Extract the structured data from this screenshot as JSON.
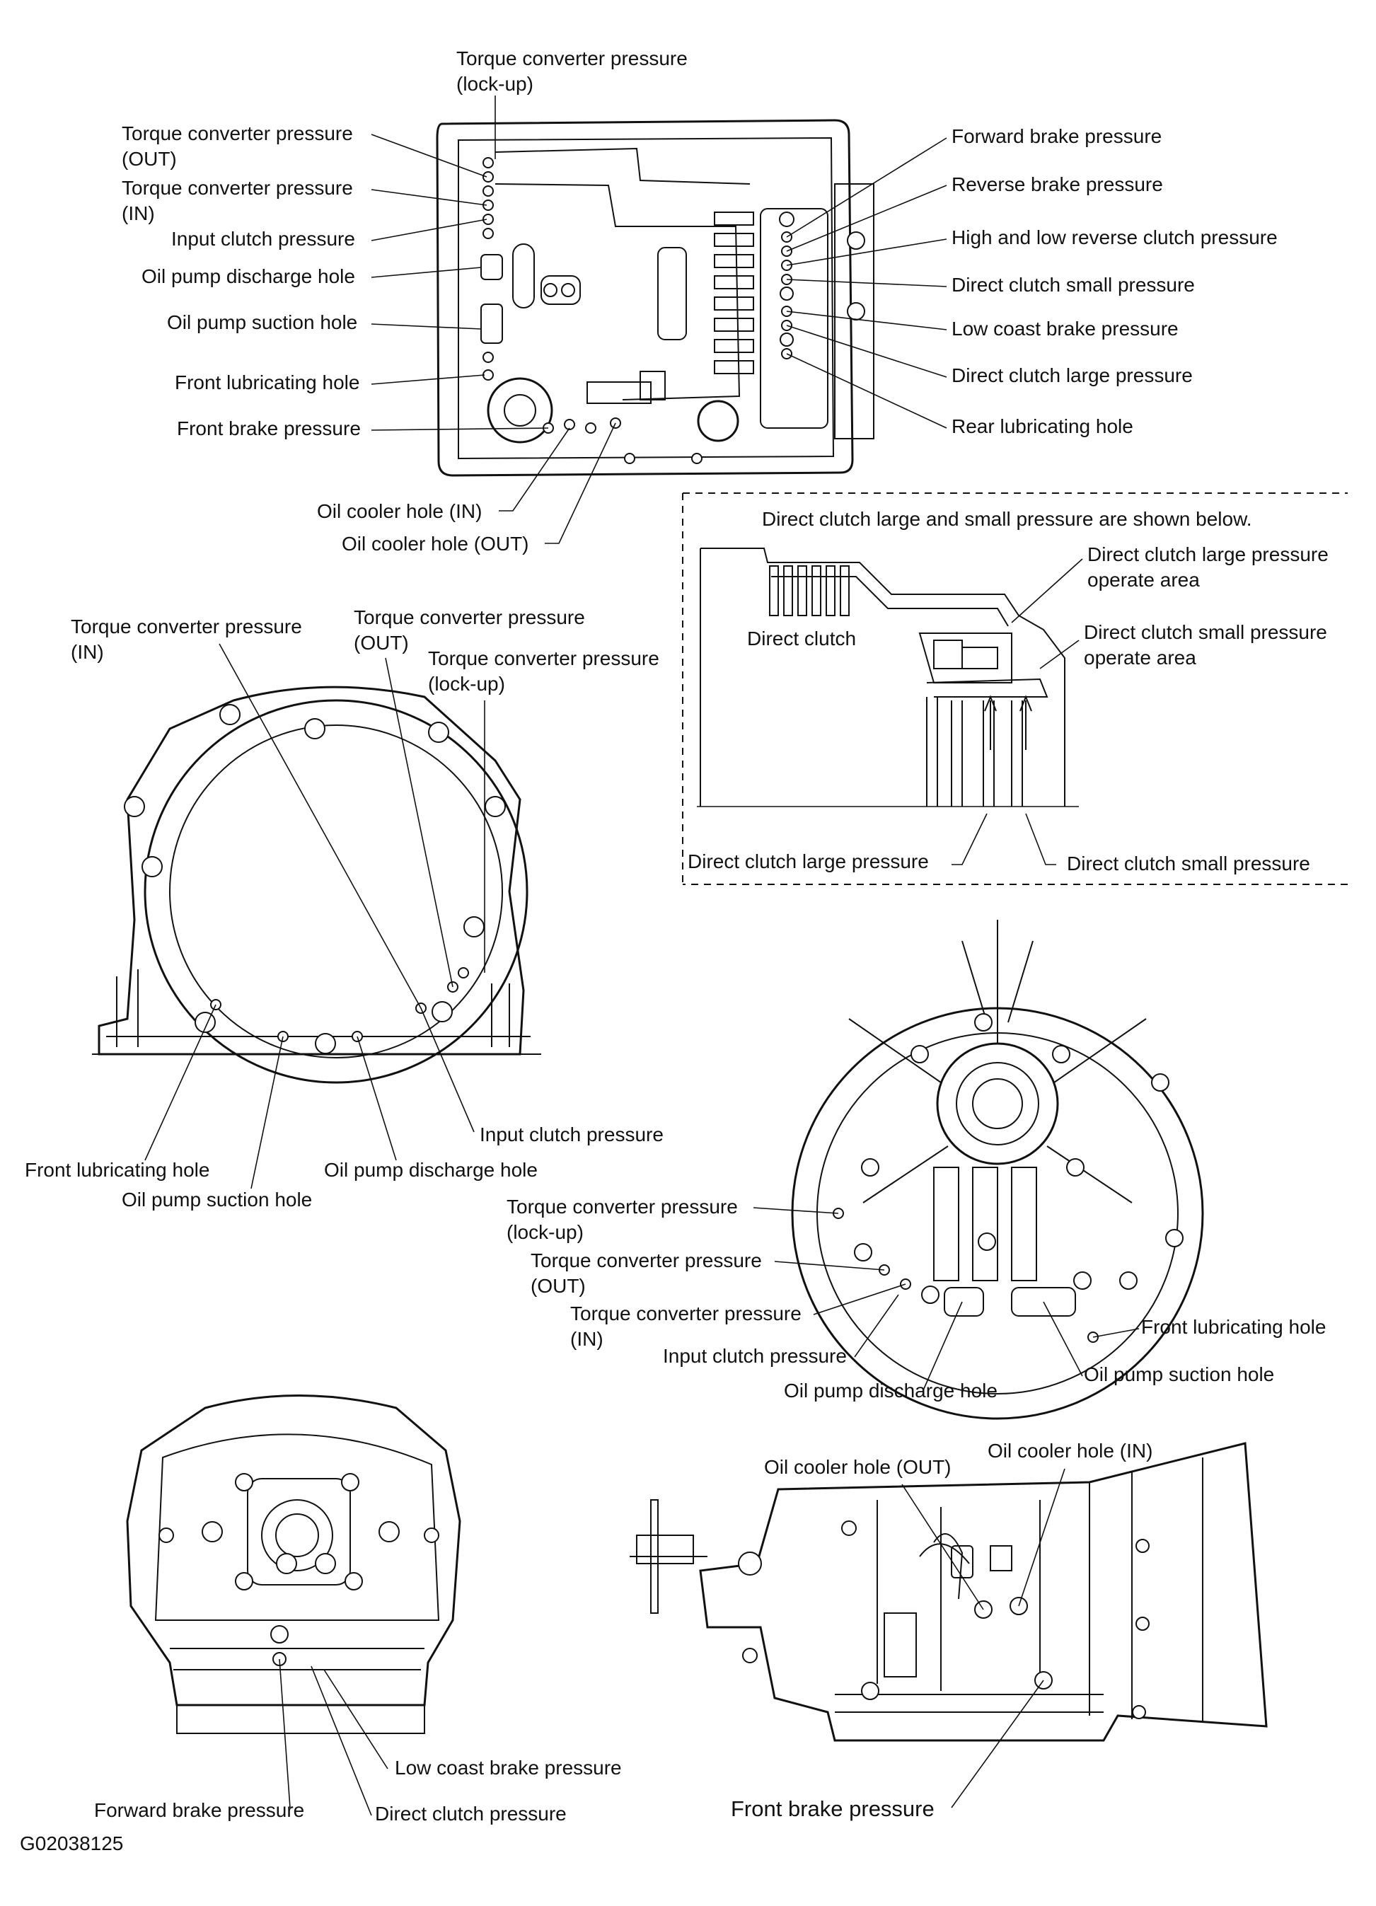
{
  "figure_id": "G02038125",
  "top_view": {
    "labels_left": [
      {
        "line1": "Torque converter pressure",
        "line2": "(lock-up)"
      },
      {
        "line1": "Torque converter pressure",
        "line2": "(OUT)"
      },
      {
        "line1": "Torque converter pressure",
        "line2": "(IN)"
      },
      {
        "line1": "Input clutch pressure",
        "line2": ""
      },
      {
        "line1": "Oil pump discharge hole",
        "line2": ""
      },
      {
        "line1": "Oil pump suction hole",
        "line2": ""
      },
      {
        "line1": "Front lubricating hole",
        "line2": ""
      },
      {
        "line1": "Front brake pressure",
        "line2": ""
      }
    ],
    "labels_bottom": [
      "Oil cooler hole (IN)",
      "Oil cooler hole (OUT)"
    ],
    "labels_right": [
      "Forward brake pressure",
      "Reverse brake pressure",
      "High and low reverse clutch pressure",
      "Direct clutch small pressure",
      "Low coast brake pressure",
      "Direct clutch large pressure",
      "Rear lubricating hole"
    ]
  },
  "detail_box": {
    "caption": "Direct clutch large and small pressure are shown below.",
    "component": "Direct clutch",
    "large_area": {
      "line1": "Direct clutch large pressure",
      "line2": "operate area"
    },
    "small_area": {
      "line1": "Direct clutch small pressure",
      "line2": "operate area"
    },
    "bottom_large": "Direct clutch large pressure",
    "bottom_small": "Direct clutch small pressure"
  },
  "front_case": {
    "tc_in": {
      "line1": "Torque converter pressure",
      "line2": "(IN)"
    },
    "tc_out": {
      "line1": "Torque converter pressure",
      "line2": "(OUT)"
    },
    "tc_lockup": {
      "line1": "Torque converter pressure",
      "line2": "(lock-up)"
    },
    "input_clutch": "Input clutch pressure",
    "front_lub": "Front lubricating hole",
    "pump_discharge": "Oil pump discharge hole",
    "pump_suction": "Oil pump suction hole"
  },
  "pump_view": {
    "tc_lockup": {
      "line1": "Torque converter pressure",
      "line2": "(lock-up)"
    },
    "tc_out": {
      "line1": "Torque converter pressure",
      "line2": "(OUT)"
    },
    "tc_in": {
      "line1": "Torque converter pressure",
      "line2": "(IN)"
    },
    "input_clutch": "Input clutch pressure",
    "pump_discharge": "Oil pump discharge hole",
    "front_lub": "Front lubricating hole",
    "pump_suction": "Oil pump suction hole"
  },
  "rear_view": {
    "low_coast": "Low coast brake pressure",
    "forward_brake": "Forward brake pressure",
    "direct_clutch": "Direct clutch pressure"
  },
  "side_view": {
    "cooler_out": "Oil cooler hole (OUT)",
    "cooler_in": "Oil cooler hole (IN)",
    "front_brake": "Front brake pressure"
  }
}
